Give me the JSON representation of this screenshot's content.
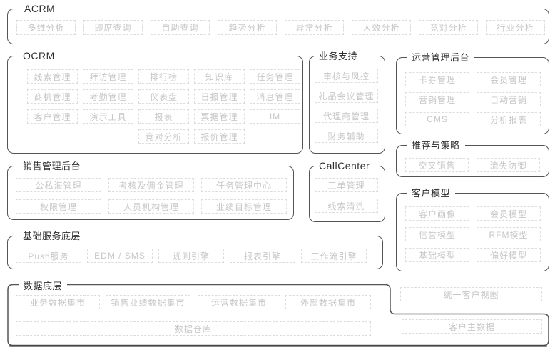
{
  "colors": {
    "container_border": "#545454",
    "chip_border": "#dcdcdc",
    "chip_text": "#c7c7c7",
    "label_text": "#2d2d2d",
    "bottom_line": "#3e3e3e"
  },
  "sections": {
    "acrm": {
      "label": "ACRM",
      "items": [
        "多维分析",
        "即席查询",
        "自助查询",
        "趋势分析",
        "异常分析",
        "人效分析",
        "竞对分析",
        "行业分析"
      ]
    },
    "ocrm": {
      "label": "OCRM",
      "items": [
        "线索管理",
        "拜访管理",
        "排行榜",
        "知识库",
        "任务管理",
        "商机管理",
        "考勤管理",
        "仪表盘",
        "日报管理",
        "消息管理",
        "客户管理",
        "演示工具",
        "报表",
        "票据管理",
        "IM",
        "竞对分析",
        "报价管理"
      ]
    },
    "business_support": {
      "label": "业务支持",
      "items": [
        "审核与风控",
        "礼品会议管理",
        "代理商管理",
        "财务辅助"
      ]
    },
    "operation_admin": {
      "label": "运营管理后台",
      "items": [
        "卡券管理",
        "会员管理",
        "营销管理",
        "自动营销",
        "CMS",
        "分析报表"
      ]
    },
    "sales_admin": {
      "label": "销售管理后台",
      "items": [
        "公私海管理",
        "考核及佣金管理",
        "任务管理中心",
        "权限管理",
        "人员机构管理",
        "业绩目标管理"
      ]
    },
    "callcenter": {
      "label": "CallCenter",
      "items": [
        "工单管理",
        "线索清洗"
      ]
    },
    "recommendation": {
      "label": "推荐与策略",
      "items": [
        "交叉销售",
        "流失防御"
      ]
    },
    "customer_model": {
      "label": "客户模型",
      "items": [
        "客户画像",
        "会员模型",
        "信誉模型",
        "RFM模型",
        "基础模型",
        "偏好模型"
      ]
    },
    "base_services": {
      "label": "基础服务底层",
      "items": [
        "Push服务",
        "EDM / SMS",
        "规则引擎",
        "报表引擎",
        "工作流引擎"
      ]
    },
    "data_layer": {
      "label": "数据底层",
      "marts": [
        "业务数据集市",
        "销售业绩数据集市",
        "运营数据集市",
        "外部数据集市"
      ],
      "warehouse": "数据仓库",
      "customer_master": "客户主数据"
    },
    "floating": {
      "unified_customer_view": "统一客户视图"
    }
  }
}
